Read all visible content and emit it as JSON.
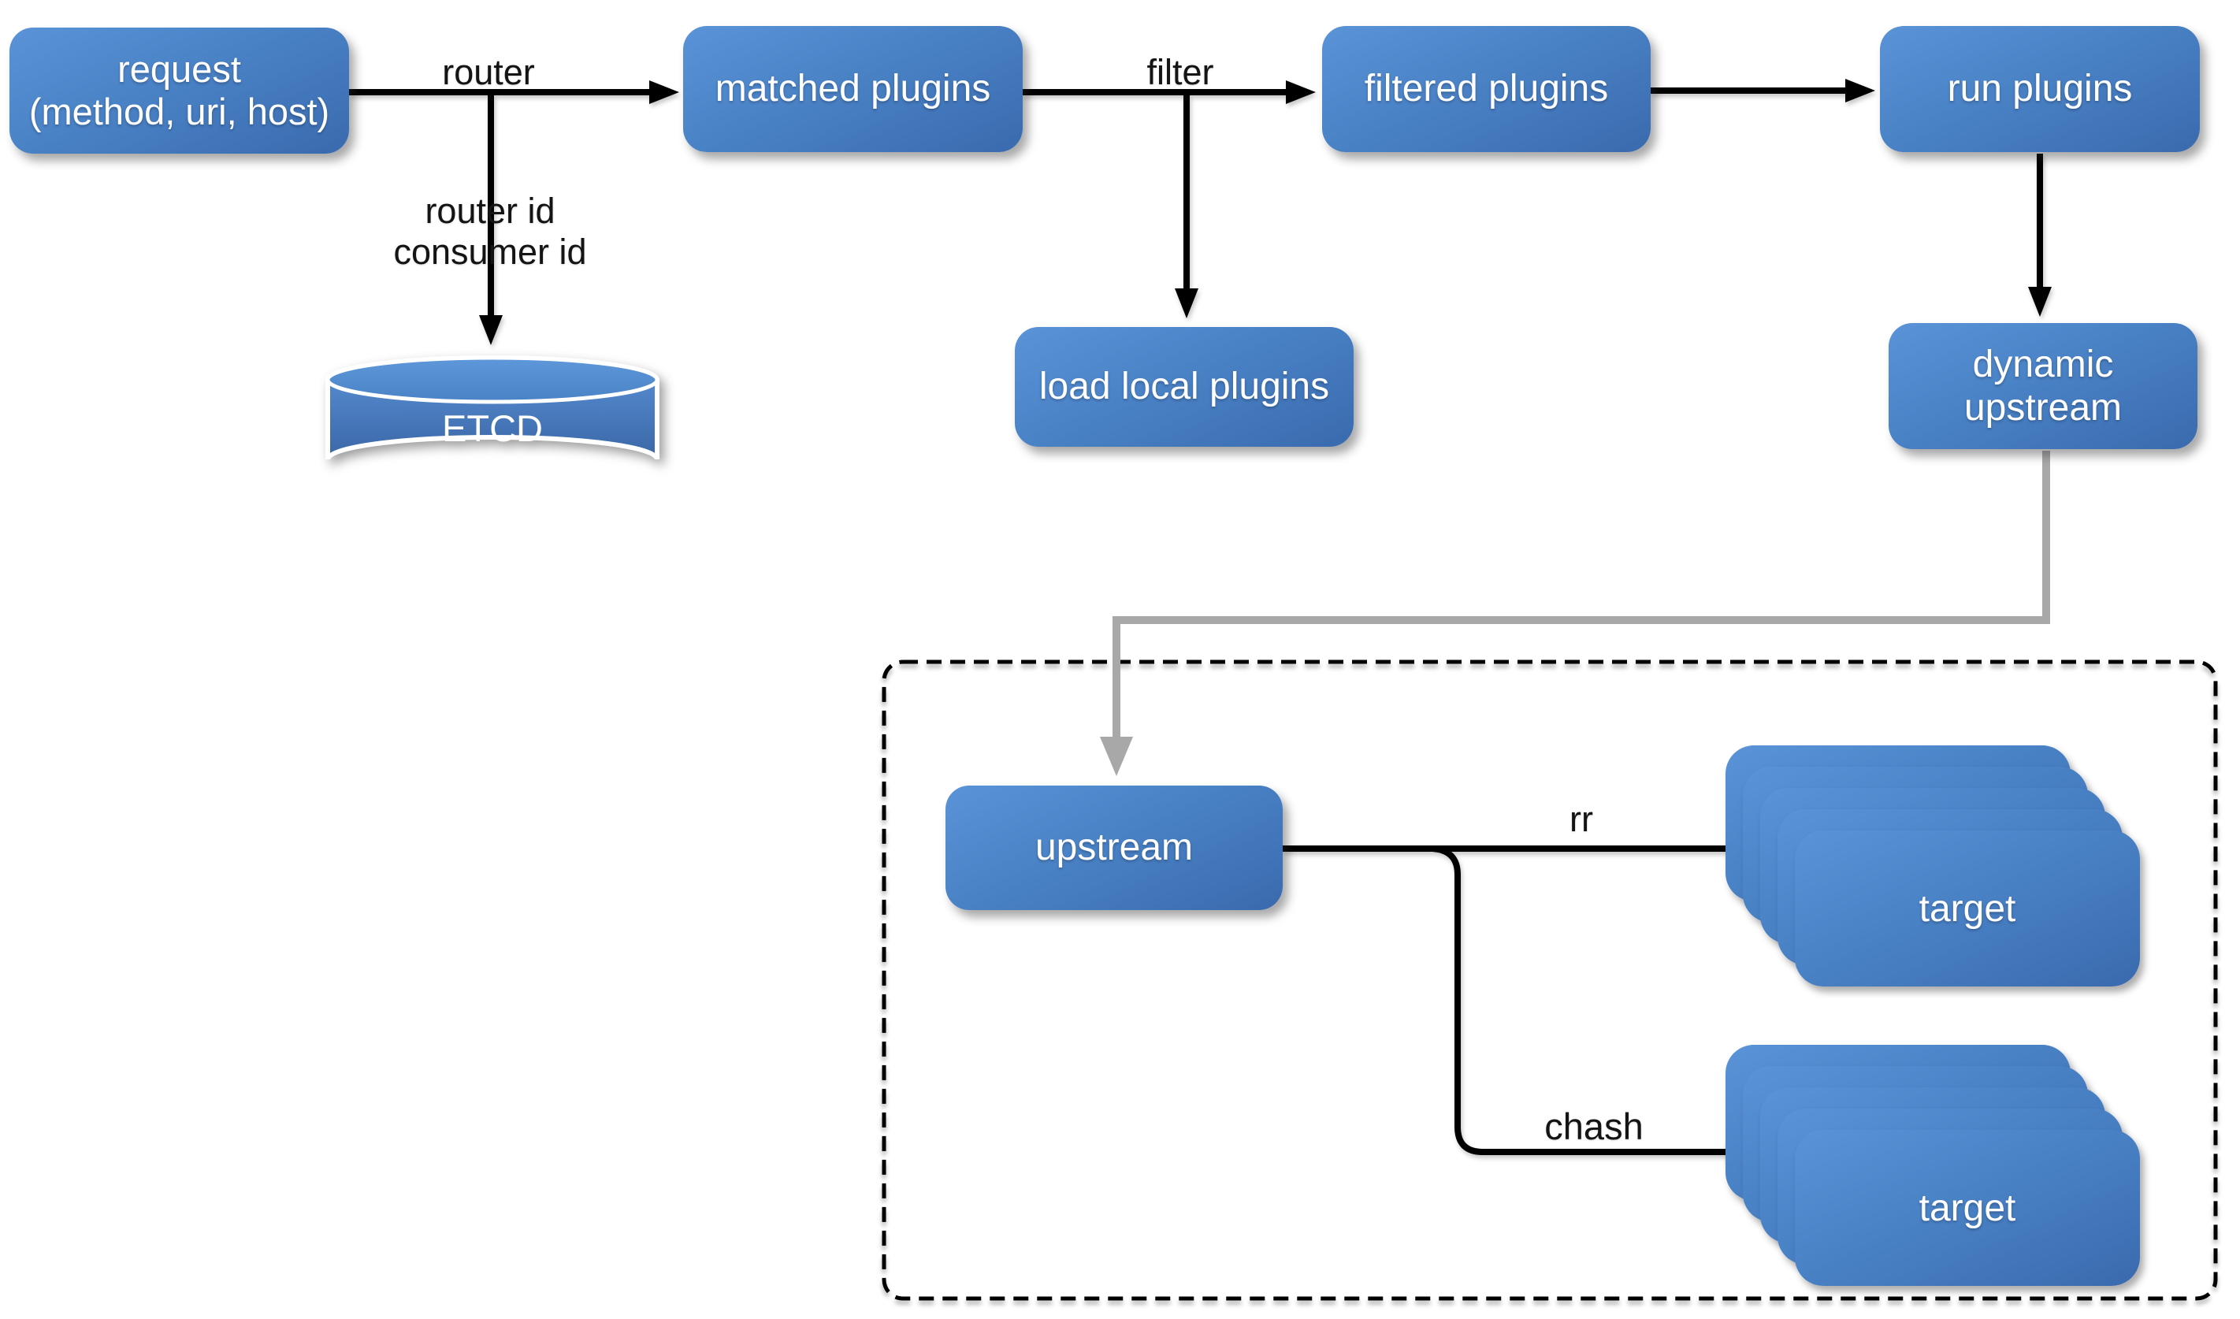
{
  "diagram": {
    "background_color": "#ffffff",
    "colors": {
      "node_gradient_top": "#5b93d8",
      "node_gradient_bottom": "#3a6aae",
      "node_text": "#ffffff",
      "edge_black": "#000000",
      "edge_gray": "#a8a8a8",
      "edge_label_text": "#141414",
      "group_border": "#000000"
    },
    "nodes": {
      "request": {
        "line1": "request",
        "line2": "(method, uri, host)"
      },
      "matched_plugins": {
        "label": "matched plugins"
      },
      "filtered_plugins": {
        "label": "filtered plugins"
      },
      "run_plugins": {
        "label": "run plugins"
      },
      "etcd": {
        "label": "ETCD"
      },
      "load_local_plugins": {
        "label": "load local plugins"
      },
      "dynamic_upstream": {
        "label": "dynamic upstream"
      },
      "upstream": {
        "label": "upstream"
      },
      "target_rr": {
        "label": "target",
        "stack_count": 5
      },
      "target_chash": {
        "label": "target",
        "stack_count": 5
      }
    },
    "edge_labels": {
      "router": "router",
      "router_id": "router id",
      "consumer_id": "consumer id",
      "filter": "filter",
      "rr": "rr",
      "chash": "chash"
    }
  }
}
